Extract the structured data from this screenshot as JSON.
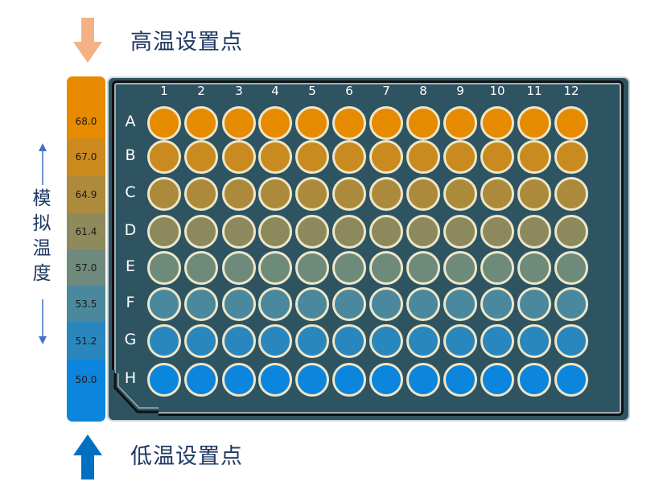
{
  "header": {
    "high_label": "高温设置点",
    "high_arrow_icon": "arrow-down-icon",
    "high_arrow_color": "#F4B183"
  },
  "footer": {
    "low_label": "低温设置点",
    "low_arrow_icon": "arrow-up-icon",
    "low_arrow_color": "#0070C0"
  },
  "side_axis": {
    "label_chars": [
      "模",
      "拟",
      "温",
      "度"
    ],
    "label": "模拟温度",
    "arrow_color": "#4472C4"
  },
  "scale": {
    "segments": [
      {
        "row": "A",
        "value": "68.0",
        "color": "#E88A00"
      },
      {
        "row": "B",
        "value": "67.0",
        "color": "#CC8A1E"
      },
      {
        "row": "C",
        "value": "64.9",
        "color": "#AE8A3C"
      },
      {
        "row": "D",
        "value": "61.4",
        "color": "#8E8A5C"
      },
      {
        "row": "E",
        "value": "57.0",
        "color": "#6E8A7C"
      },
      {
        "row": "F",
        "value": "53.5",
        "color": "#4A889E"
      },
      {
        "row": "G",
        "value": "51.2",
        "color": "#2A87BE"
      },
      {
        "row": "H",
        "value": "50.0",
        "color": "#0C86DC"
      }
    ]
  },
  "plate": {
    "background": "#2E5462",
    "well_border_color": "#EEE6C8",
    "columns": [
      "1",
      "2",
      "3",
      "4",
      "5",
      "6",
      "7",
      "8",
      "9",
      "10",
      "11",
      "12"
    ],
    "rows": [
      {
        "label": "A",
        "color": "#E68A00"
      },
      {
        "label": "B",
        "color": "#C98A1F"
      },
      {
        "label": "C",
        "color": "#AC8A3B"
      },
      {
        "label": "D",
        "color": "#8C8A5C"
      },
      {
        "label": "E",
        "color": "#6D8A7B"
      },
      {
        "label": "F",
        "color": "#4A889D"
      },
      {
        "label": "G",
        "color": "#2A87BD"
      },
      {
        "label": "H",
        "color": "#0C85DC"
      }
    ]
  }
}
